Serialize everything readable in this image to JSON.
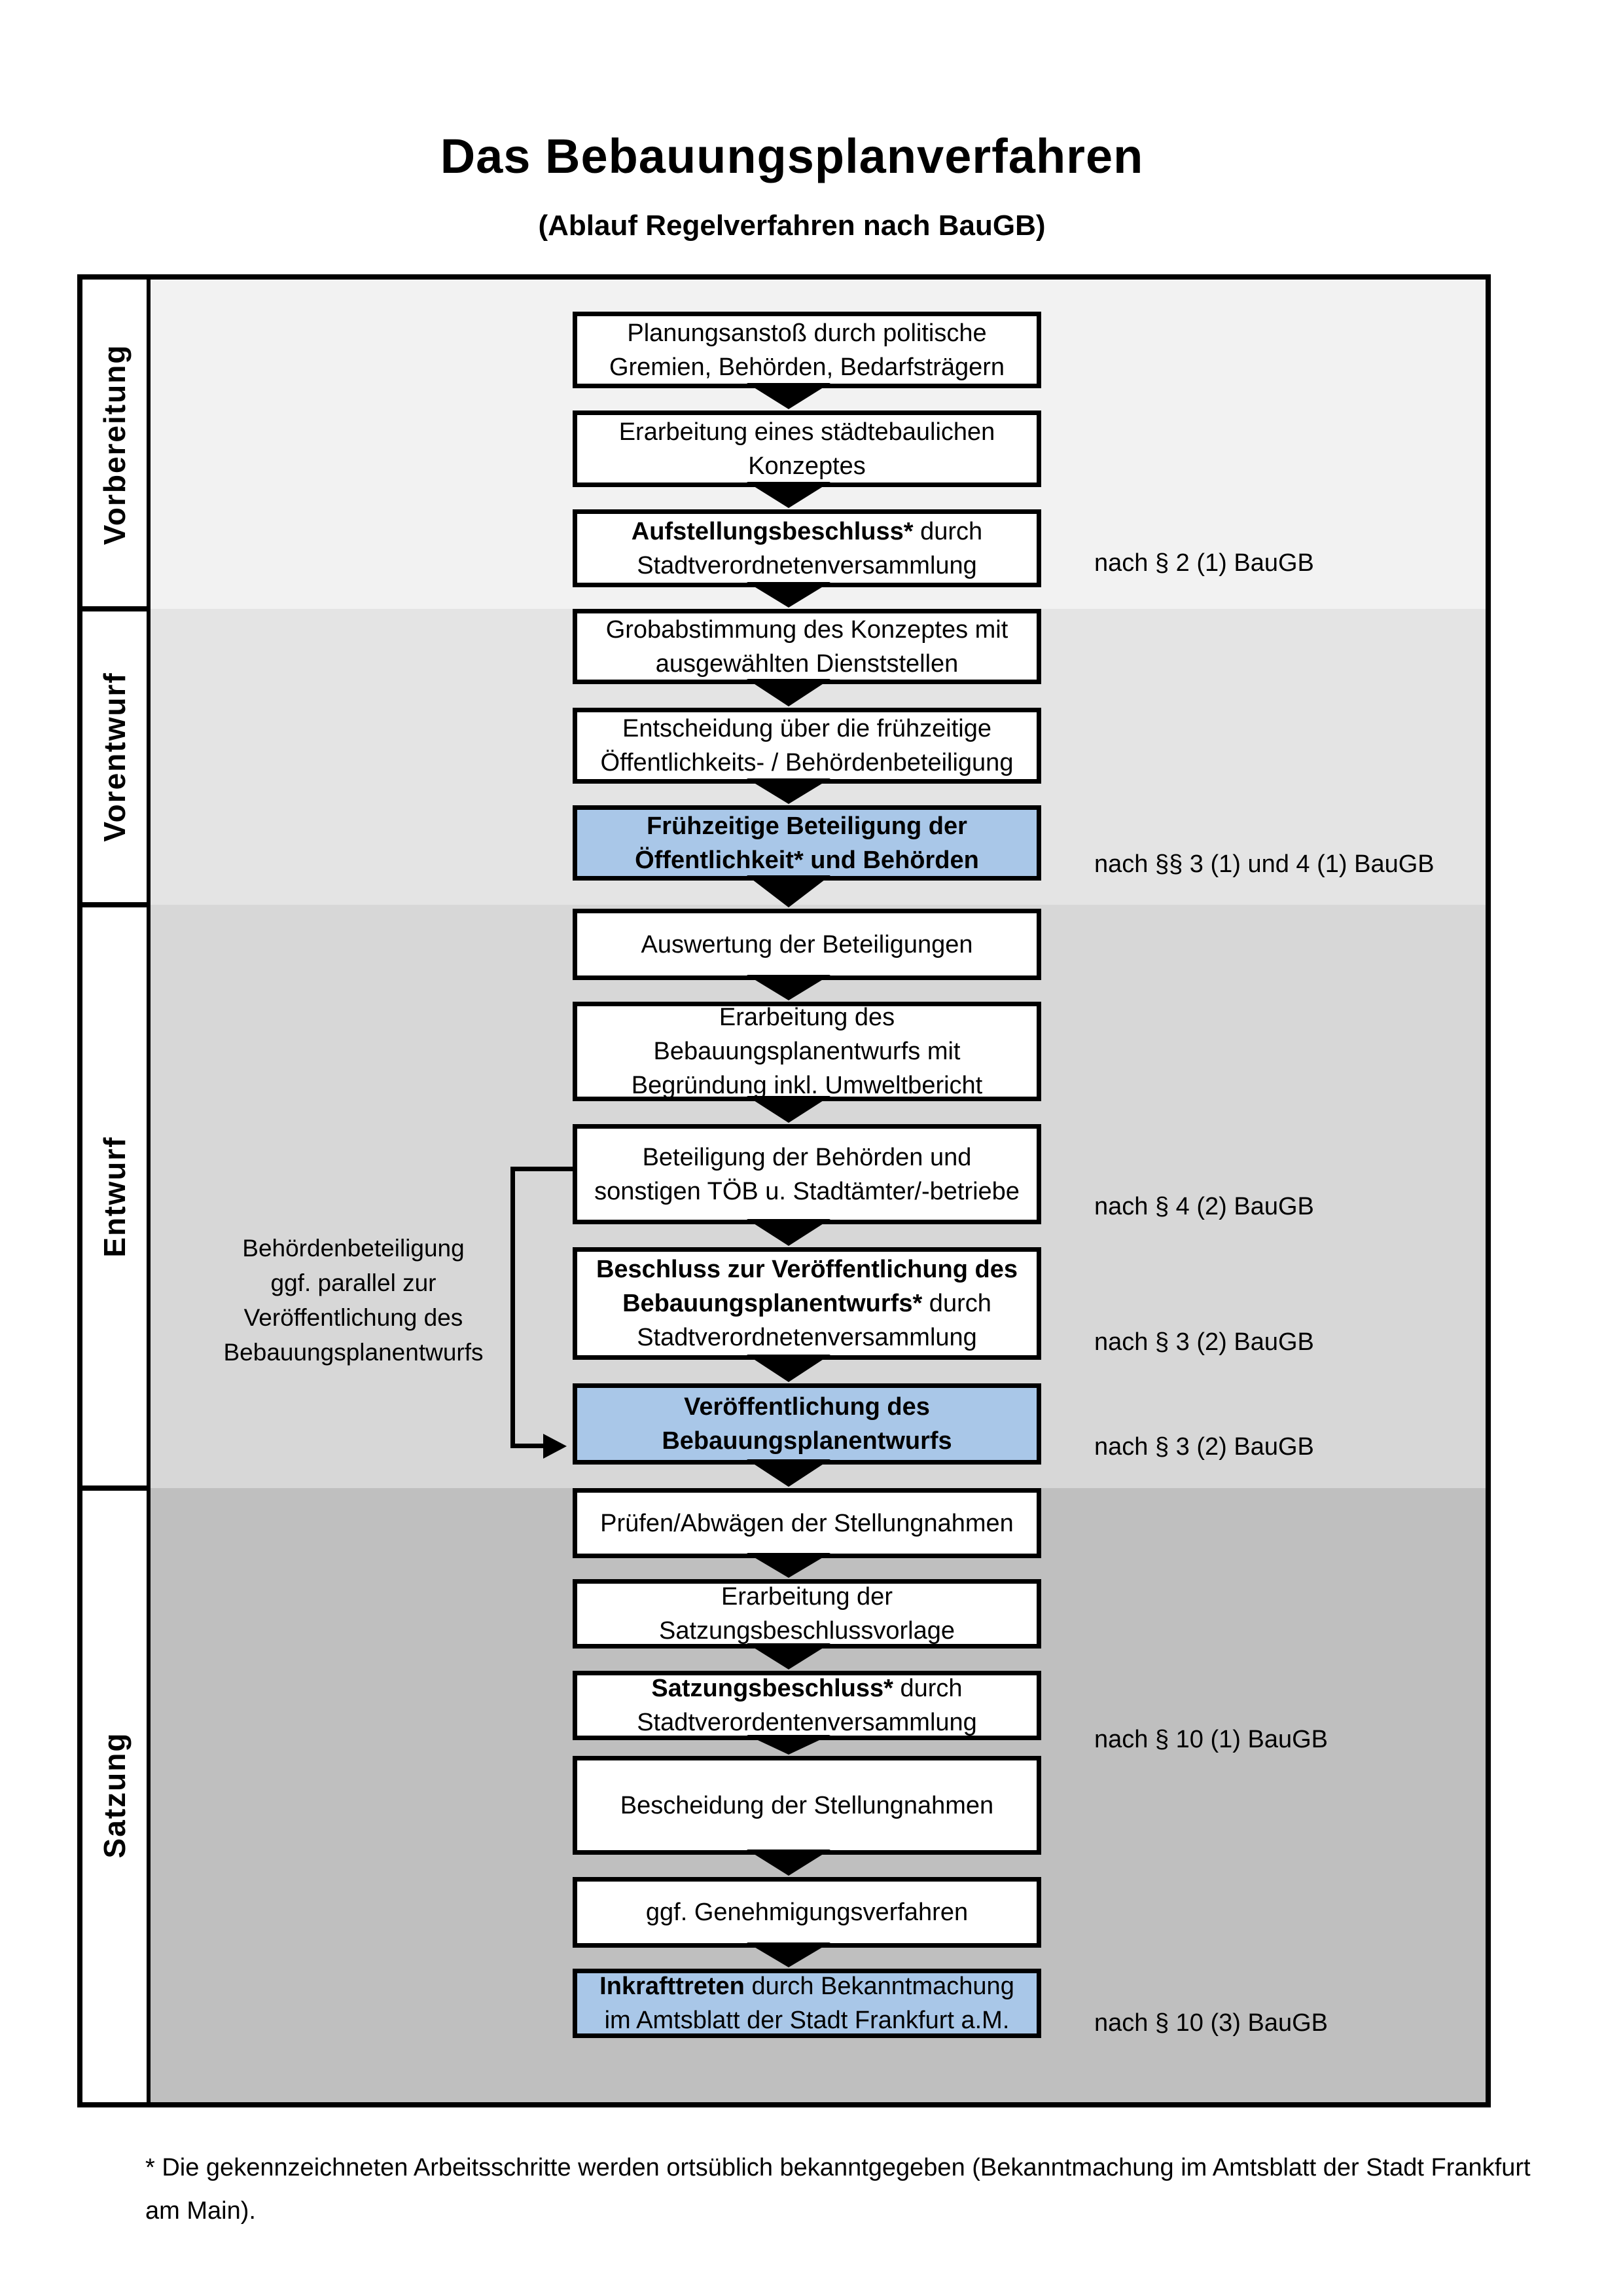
{
  "page": {
    "title": "Das Bebauungsplanverfahren",
    "subtitle": "(Ablauf Regelverfahren nach BauGB)",
    "footnote": "* Die gekennzeichneten Arbeitsschritte werden ortsüblich bekanntgegeben (Bekanntmachung im Amtsblatt  der Stadt Frankfurt am Main)."
  },
  "colors": {
    "highlight_box": "#a9c7e8",
    "box_bg": "#ffffff",
    "border": "#000000",
    "phase_colors": [
      "#f2f2f2",
      "#e4e4e4",
      "#d7d7d7",
      "#bfbfbf"
    ]
  },
  "phases": [
    {
      "label": "Vorbereitung"
    },
    {
      "label": "Vorentwurf"
    },
    {
      "label": "Entwurf"
    },
    {
      "label": "Satzung"
    }
  ],
  "side_note": {
    "text": "Behördenbeteiligung\nggf. parallel zur\nVeröffentlichung des\nBebauungsplanentwurfs"
  },
  "boxes": [
    {
      "segments": [
        {
          "text": "Planungsanstoß durch politische\nGremien, Behörden, Bedarfsträgern",
          "bold": false
        }
      ],
      "highlight": false
    },
    {
      "segments": [
        {
          "text": "Erarbeitung eines städtebaulichen\nKonzeptes",
          "bold": false
        }
      ],
      "highlight": false
    },
    {
      "segments": [
        {
          "text": "Aufstellungsbeschluss*",
          "bold": true
        },
        {
          "text": " durch\nStadtverordnetenversammlung",
          "bold": false
        }
      ],
      "highlight": false
    },
    {
      "segments": [
        {
          "text": "Grobabstimmung des Konzeptes mit\nausgewählten Dienststellen",
          "bold": false
        }
      ],
      "highlight": false
    },
    {
      "segments": [
        {
          "text": "Entscheidung über die frühzeitige\nÖffentlichkeits- / Behördenbeteiligung",
          "bold": false
        }
      ],
      "highlight": false
    },
    {
      "segments": [
        {
          "text": "Frühzeitige Beteiligung der\nÖffentlichkeit* und Behörden",
          "bold": true
        }
      ],
      "highlight": true
    },
    {
      "segments": [
        {
          "text": "Auswertung der Beteiligungen",
          "bold": false
        }
      ],
      "highlight": false
    },
    {
      "segments": [
        {
          "text": "Erarbeitung des\nBebauungsplanentwurfs mit\nBegründung inkl. Umweltbericht",
          "bold": false
        }
      ],
      "highlight": false
    },
    {
      "segments": [
        {
          "text": "Beteiligung der Behörden und\nsonstigen TÖB u. Stadtämter/-betriebe",
          "bold": false
        }
      ],
      "highlight": false
    },
    {
      "segments": [
        {
          "text": "Beschluss zur Veröffentlichung des\nBebauungsplanentwurfs*",
          "bold": true
        },
        {
          "text": " durch\nStadtverordnetenversammlung",
          "bold": false
        }
      ],
      "highlight": false
    },
    {
      "segments": [
        {
          "text": "Veröffentlichung des\nBebauungsplanentwurfs",
          "bold": true
        }
      ],
      "highlight": true
    },
    {
      "segments": [
        {
          "text": "Prüfen/Abwägen der Stellungnahmen",
          "bold": false
        }
      ],
      "highlight": false
    },
    {
      "segments": [
        {
          "text": "Erarbeitung der\nSatzungsbeschlussvorlage",
          "bold": false
        }
      ],
      "highlight": false
    },
    {
      "segments": [
        {
          "text": "Satzungsbeschluss*",
          "bold": true
        },
        {
          "text": " durch\nStadtverordentenversammlung",
          "bold": false
        }
      ],
      "highlight": false
    },
    {
      "segments": [
        {
          "text": "Bescheidung der Stellungnahmen",
          "bold": false
        }
      ],
      "highlight": false
    },
    {
      "segments": [
        {
          "text": "ggf. Genehmigungsverfahren",
          "bold": false
        }
      ],
      "highlight": false
    },
    {
      "segments": [
        {
          "text": "Inkrafttreten",
          "bold": true
        },
        {
          "text": " durch Bekanntmachung\nim Amtsblatt der Stadt Frankfurt a.M.",
          "bold": false
        }
      ],
      "highlight": true
    }
  ],
  "references": [
    {
      "text": "nach § 2 (1) BauGB"
    },
    {
      "text": "nach §§ 3 (1) und 4 (1) BauGB"
    },
    {
      "text": "nach § 4 (2) BauGB"
    },
    {
      "text": "nach § 3 (2) BauGB"
    },
    {
      "text": "nach § 3 (2) BauGB"
    },
    {
      "text": "nach § 10 (1) BauGB"
    },
    {
      "text": "nach § 10 (3) BauGB"
    }
  ]
}
